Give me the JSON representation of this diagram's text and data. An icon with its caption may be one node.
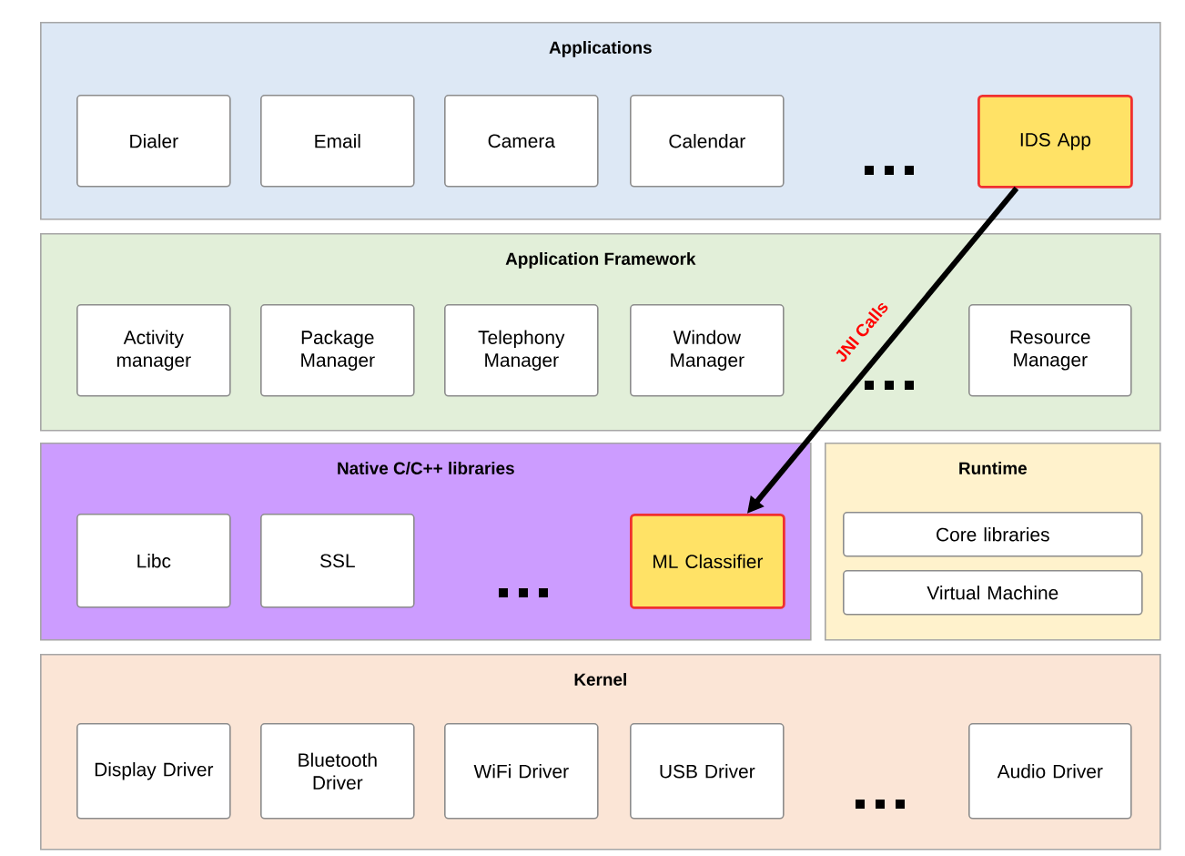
{
  "diagram": {
    "nodes": [
      {
        "text": [
          "Applications"
        ]
      },
      {
        "text": [
          "Dialer"
        ],
        "in": 0
      },
      {
        "text": [
          "Email"
        ],
        "in": 0
      },
      {
        "text": [
          "Camera"
        ],
        "in": 0
      },
      {
        "text": [
          "Calendar"
        ],
        "in": 0
      },
      {
        "text": [
          "IDS App"
        ],
        "in": 0
      },
      {
        "text": [
          "Application Framework"
        ]
      },
      {
        "text": [
          "Activity manager"
        ],
        "in": 6
      },
      {
        "text": [
          "Package Manager"
        ],
        "in": 6
      },
      {
        "text": [
          "Telephony Manager"
        ],
        "in": 6
      },
      {
        "text": [
          "Window Manager"
        ],
        "in": 6
      },
      {
        "text": [
          "Resource Manager"
        ],
        "in": 6
      },
      {
        "text": [
          "Native C/C++ libraries"
        ]
      },
      {
        "text": [
          "Libc"
        ],
        "in": 12
      },
      {
        "text": [
          "SSL"
        ],
        "in": 12
      },
      {
        "text": [
          "ML Classifier"
        ],
        "in": 12
      },
      {
        "text": [
          "Runtime"
        ]
      },
      {
        "text": [
          "Core libraries"
        ],
        "in": 16
      },
      {
        "text": [
          "Virtual Machine"
        ],
        "in": 16
      },
      {
        "text": [
          "Kernel"
        ]
      },
      {
        "text": [
          "Display Driver"
        ],
        "in": 19
      },
      {
        "text": [
          "Bluetooth Driver"
        ],
        "in": 19
      },
      {
        "text": [
          "WiFi Driver"
        ],
        "in": 19
      },
      {
        "text": [
          "USB Driver"
        ],
        "in": 19
      },
      {
        "text": [
          "Audio Driver"
        ],
        "in": 19
      }
    ],
    "edges": [
      {
        "from": 5,
        "to": 15,
        "arrow": "to",
        "label": "JNI Calls"
      }
    ]
  }
}
